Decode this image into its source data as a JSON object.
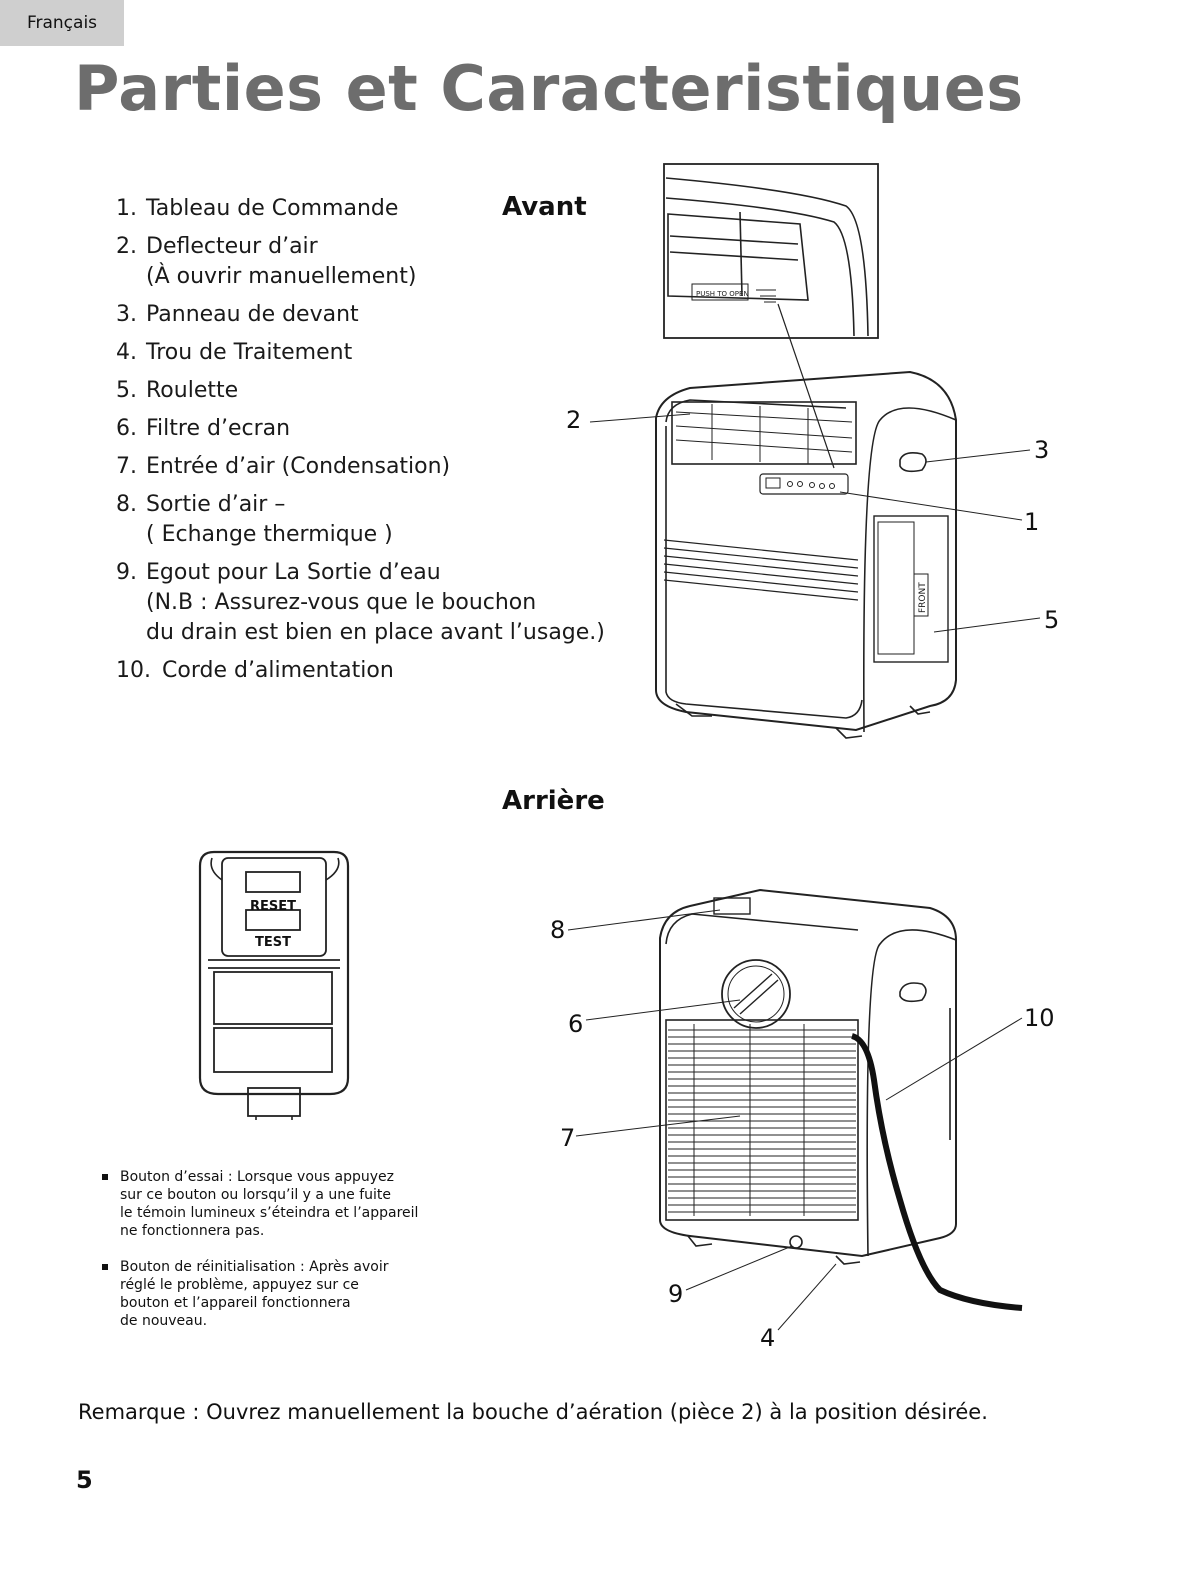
{
  "header": {
    "language": "Français",
    "title": "Parties et Caracteristiques"
  },
  "parts_list": [
    {
      "num": "1.",
      "text": "Tableau de Commande"
    },
    {
      "num": "2.",
      "text": "Deflecteur d’air\n(À ouvrir manuellement)"
    },
    {
      "num": "3.",
      "text": "Panneau de devant"
    },
    {
      "num": "4.",
      "text": "Trou de Traitement"
    },
    {
      "num": "5.",
      "text": "Roulette"
    },
    {
      "num": "6.",
      "text": "Filtre d’ecran"
    },
    {
      "num": "7.",
      "text": "Entrée d’air (Condensation)"
    },
    {
      "num": "8.",
      "text": "Sortie d’air –\n( Echange thermique )"
    },
    {
      "num": "9.",
      "text": "Egout pour La Sortie d’eau\n(N.B : Assurez-vous que le bouchon\ndu drain est bien en place avant l’usage.)"
    },
    {
      "num": "10.",
      "text": "Corde d’alimentation"
    }
  ],
  "front_view": {
    "heading": "Avant",
    "callouts": [
      "2",
      "3",
      "1",
      "5"
    ],
    "inset_label": "PUSH TO OPEN",
    "side_label": "FRONT"
  },
  "rear_view": {
    "heading": "Arrière",
    "callouts": [
      "8",
      "6",
      "10",
      "7",
      "9",
      "4"
    ]
  },
  "plug": {
    "reset_label": "RESET",
    "test_label": "TEST"
  },
  "notes": [
    "Bouton d’essai : Lorsque vous appuyez\nsur ce bouton ou lorsqu’il y a une fuite\nle témoin lumineux s’éteindra et l’appareil\nne fonctionnera pas.",
    "Bouton de réinitialisation : Après avoir\nréglé le problème, appuyez sur ce\nbouton et l’appareil fonctionnera\nde nouveau."
  ],
  "remark": "Remarque : Ouvrez manuellement la bouche d’aération (pièce 2) à la position désirée.",
  "page_number": "5"
}
